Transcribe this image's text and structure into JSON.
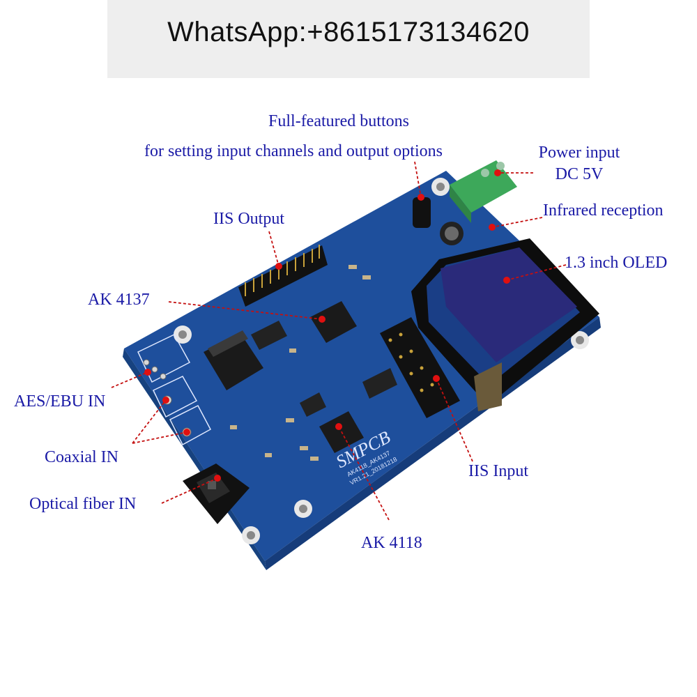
{
  "banner": {
    "text": "WhatsApp:+8615173134620"
  },
  "labels": {
    "buttons_line1": "Full-featured buttons",
    "buttons_line2": "for setting input channels and output options",
    "power_line1": "Power input",
    "power_line2": "DC 5V",
    "infrared": "Infrared reception",
    "iis_output": "IIS Output",
    "oled": "1.3 inch OLED",
    "ak4137": "AK 4137",
    "aes_ebu": "AES/EBU IN",
    "coaxial": "Coaxial IN",
    "optical": "Optical fiber IN",
    "iis_input": "IIS Input",
    "ak4118": "AK 4118"
  },
  "board": {
    "logo": "SMPCB",
    "version_line1": "AK4118_AK4137",
    "version_line2": "VR1.21_20181218"
  },
  "colors": {
    "label": "#1a1aa6",
    "pcb": "#1e4f9c",
    "pcb_dark": "#163c7a",
    "marker": "#e01010",
    "terminal": "#3da85a",
    "oled_screen": "#2a2a7a"
  }
}
